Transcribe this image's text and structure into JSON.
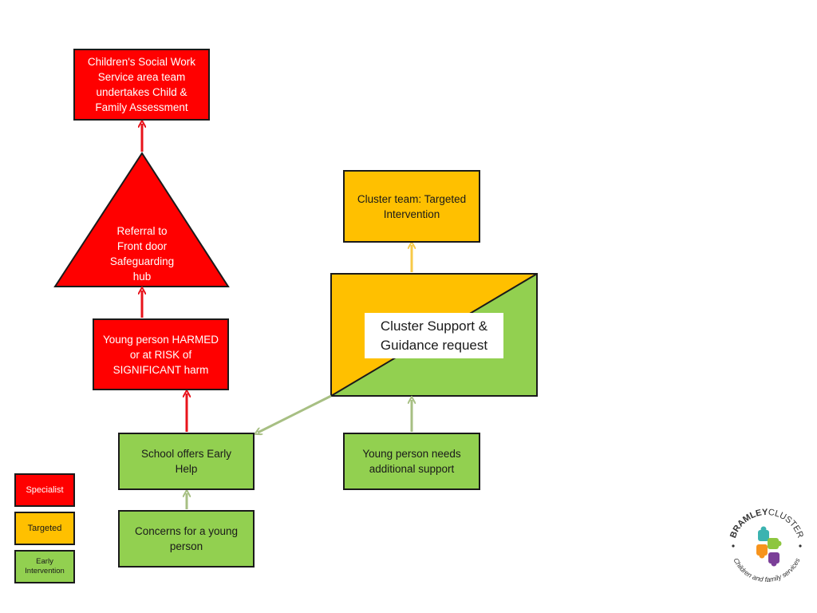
{
  "nodes": {
    "social_work": "Children's Social Work\nService area team\nundertakes Child &\nFamily Assessment",
    "referral": "Referral to\nFront door\nSafeguarding\nhub",
    "harmed": "Young person HARMED\nor at RISK of\nSIGNIFICANT harm",
    "school_help": "School offers Early\nHelp",
    "concerns": "Concerns for a young\nperson",
    "cluster_team": "Cluster team: Targeted\nIntervention",
    "cluster_request": "Cluster Support &\nGuidance request",
    "needs_support": "Young person needs\nadditional support"
  },
  "legend": {
    "specialist": "Specialist",
    "targeted": "Targeted",
    "early": "Early\nIntervention"
  },
  "logo": {
    "name_bold": "BRAMLEY",
    "name_light": "CLUSTER",
    "tagline": "Children and family services"
  },
  "colors": {
    "specialist": "#ff0000",
    "targeted": "#ffc000",
    "early_intervention": "#92d050",
    "arrow_red": "#e8131b",
    "arrow_amber": "#f7c948",
    "arrow_green": "#a7bf83"
  }
}
